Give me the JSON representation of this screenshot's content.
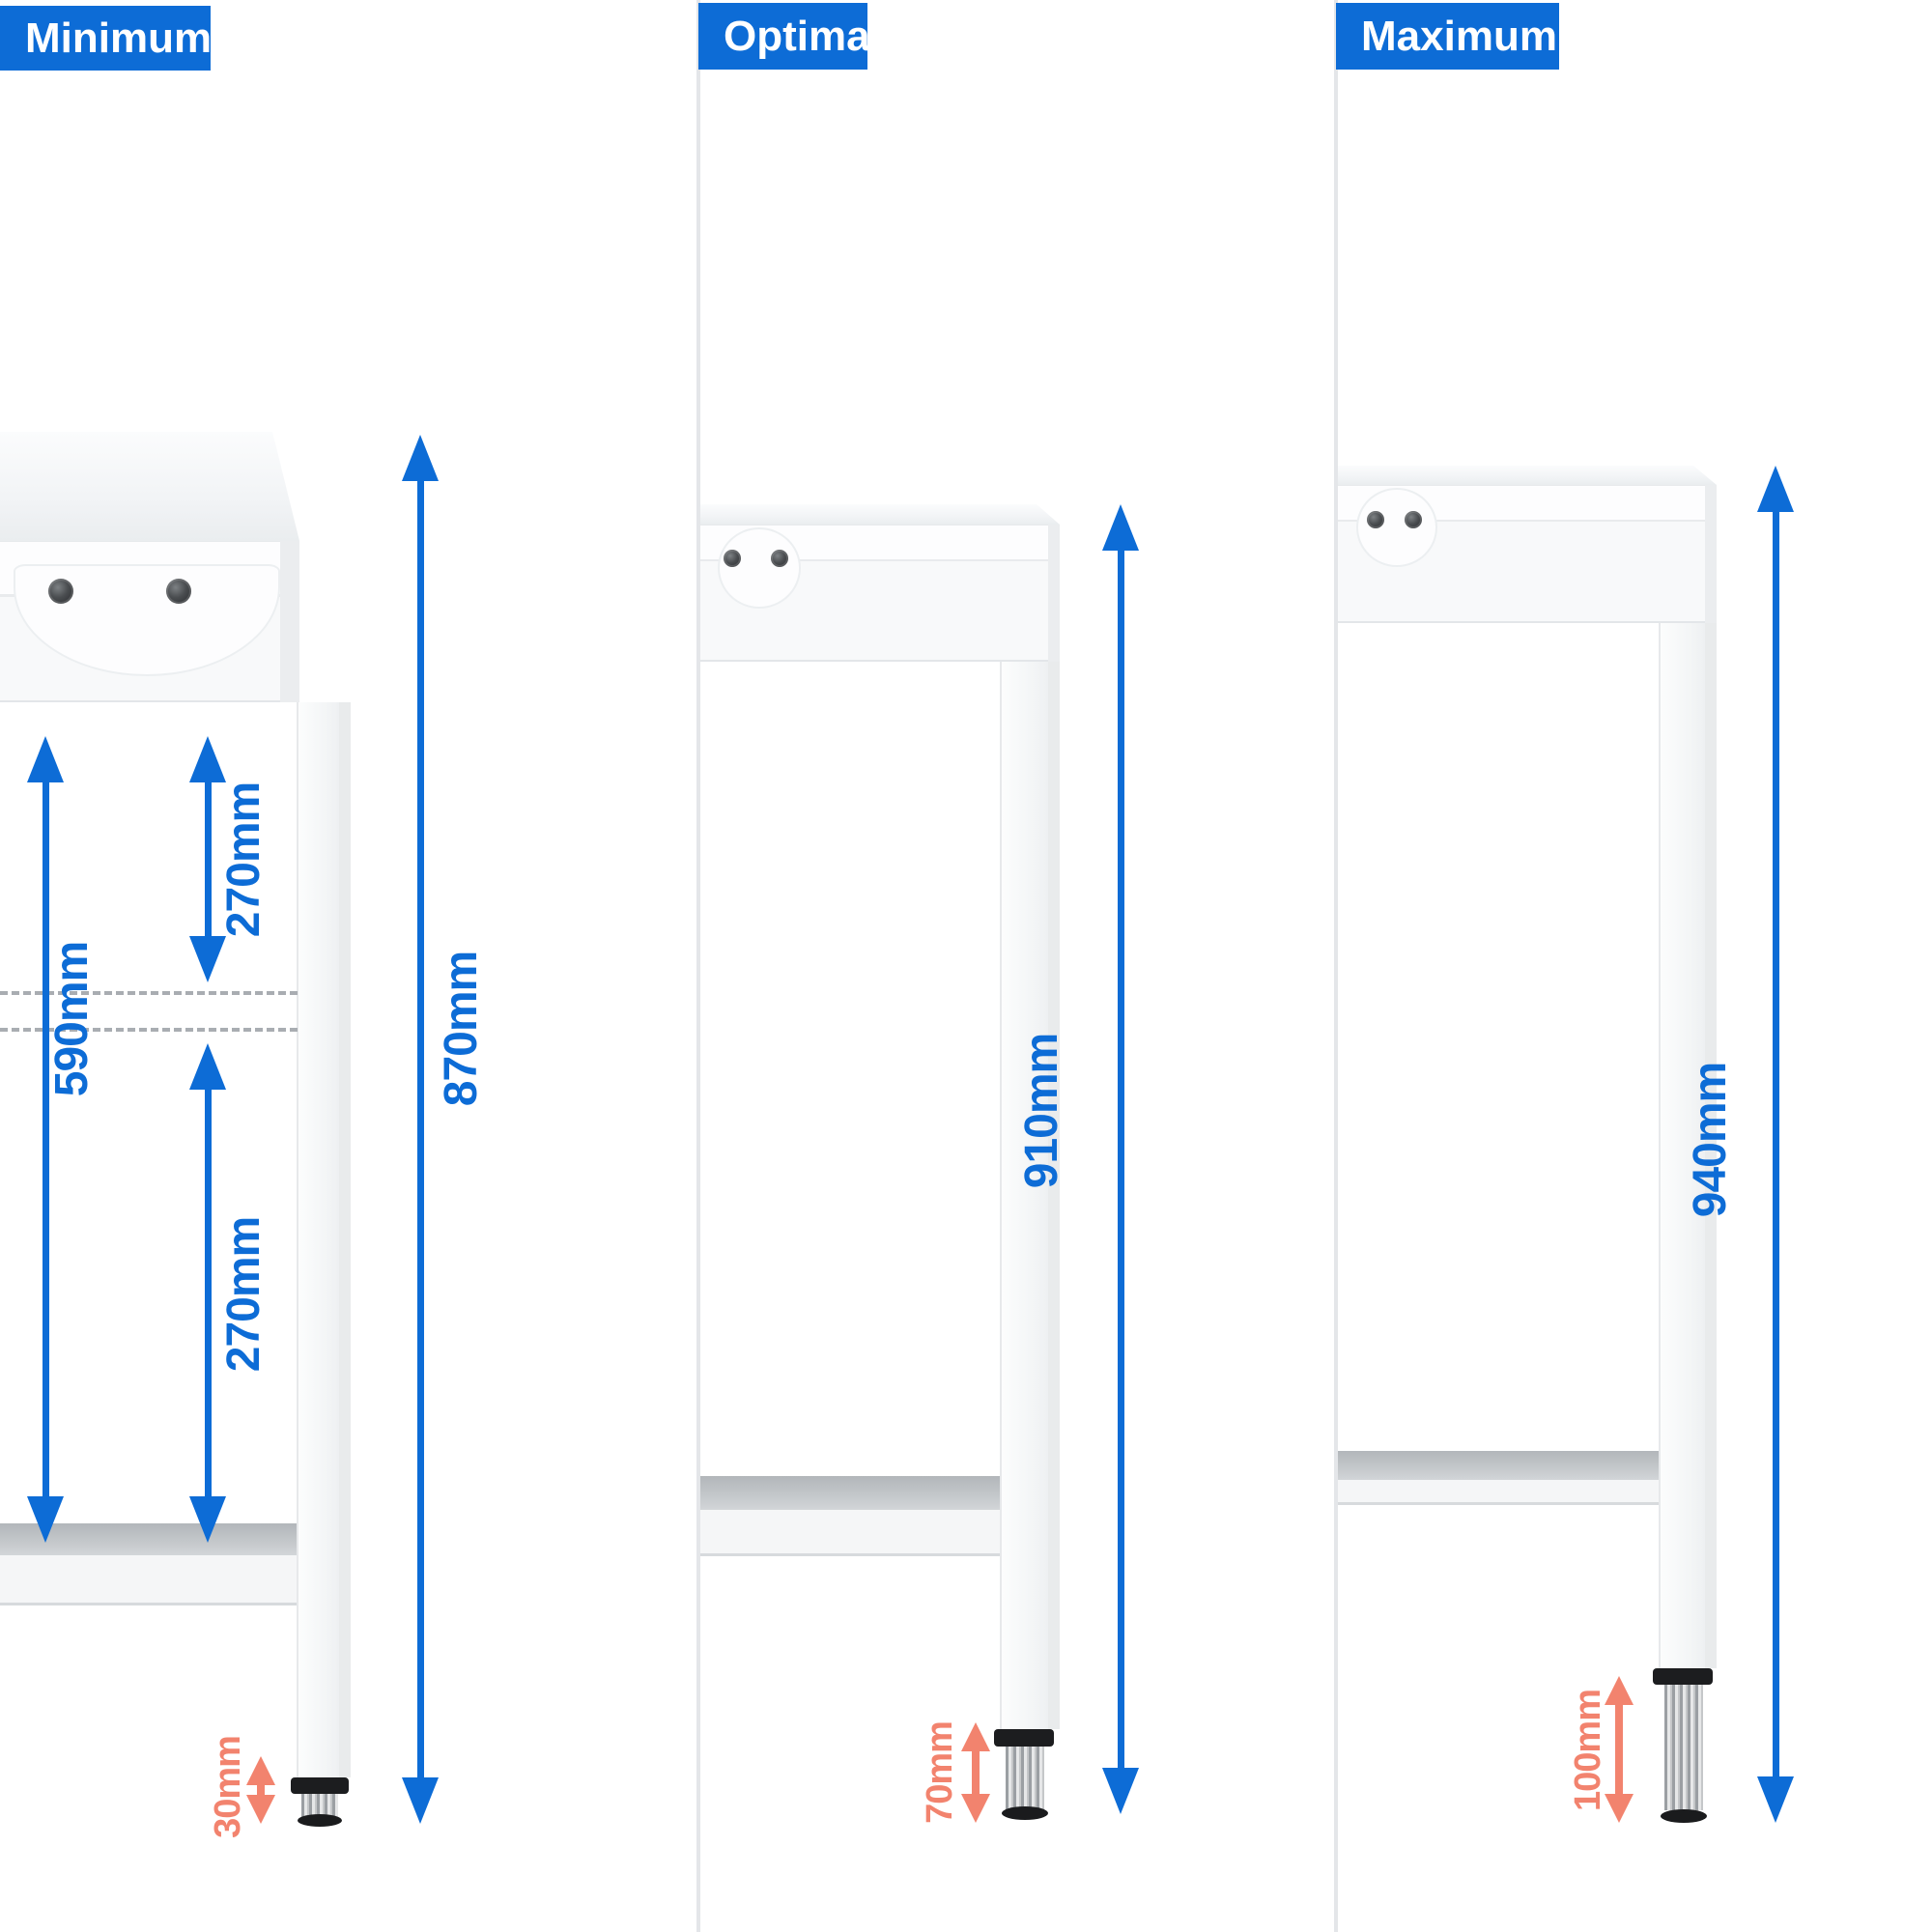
{
  "colors": {
    "accent_blue": "#0d6cd6",
    "accent_salmon": "#f2836e"
  },
  "panels": [
    {
      "title": "Minimum",
      "overall_height": "870mm",
      "foot_adjustment": "30mm",
      "internal_dimensions": {
        "shelf_clearance": "590mm",
        "top_to_middle": "270mm",
        "middle_to_shelf": "270mm"
      }
    },
    {
      "title": "Optimal",
      "overall_height": "910mm",
      "foot_adjustment": "70mm"
    },
    {
      "title": "Maximum",
      "overall_height": "940mm",
      "foot_adjustment": "100mm"
    }
  ]
}
